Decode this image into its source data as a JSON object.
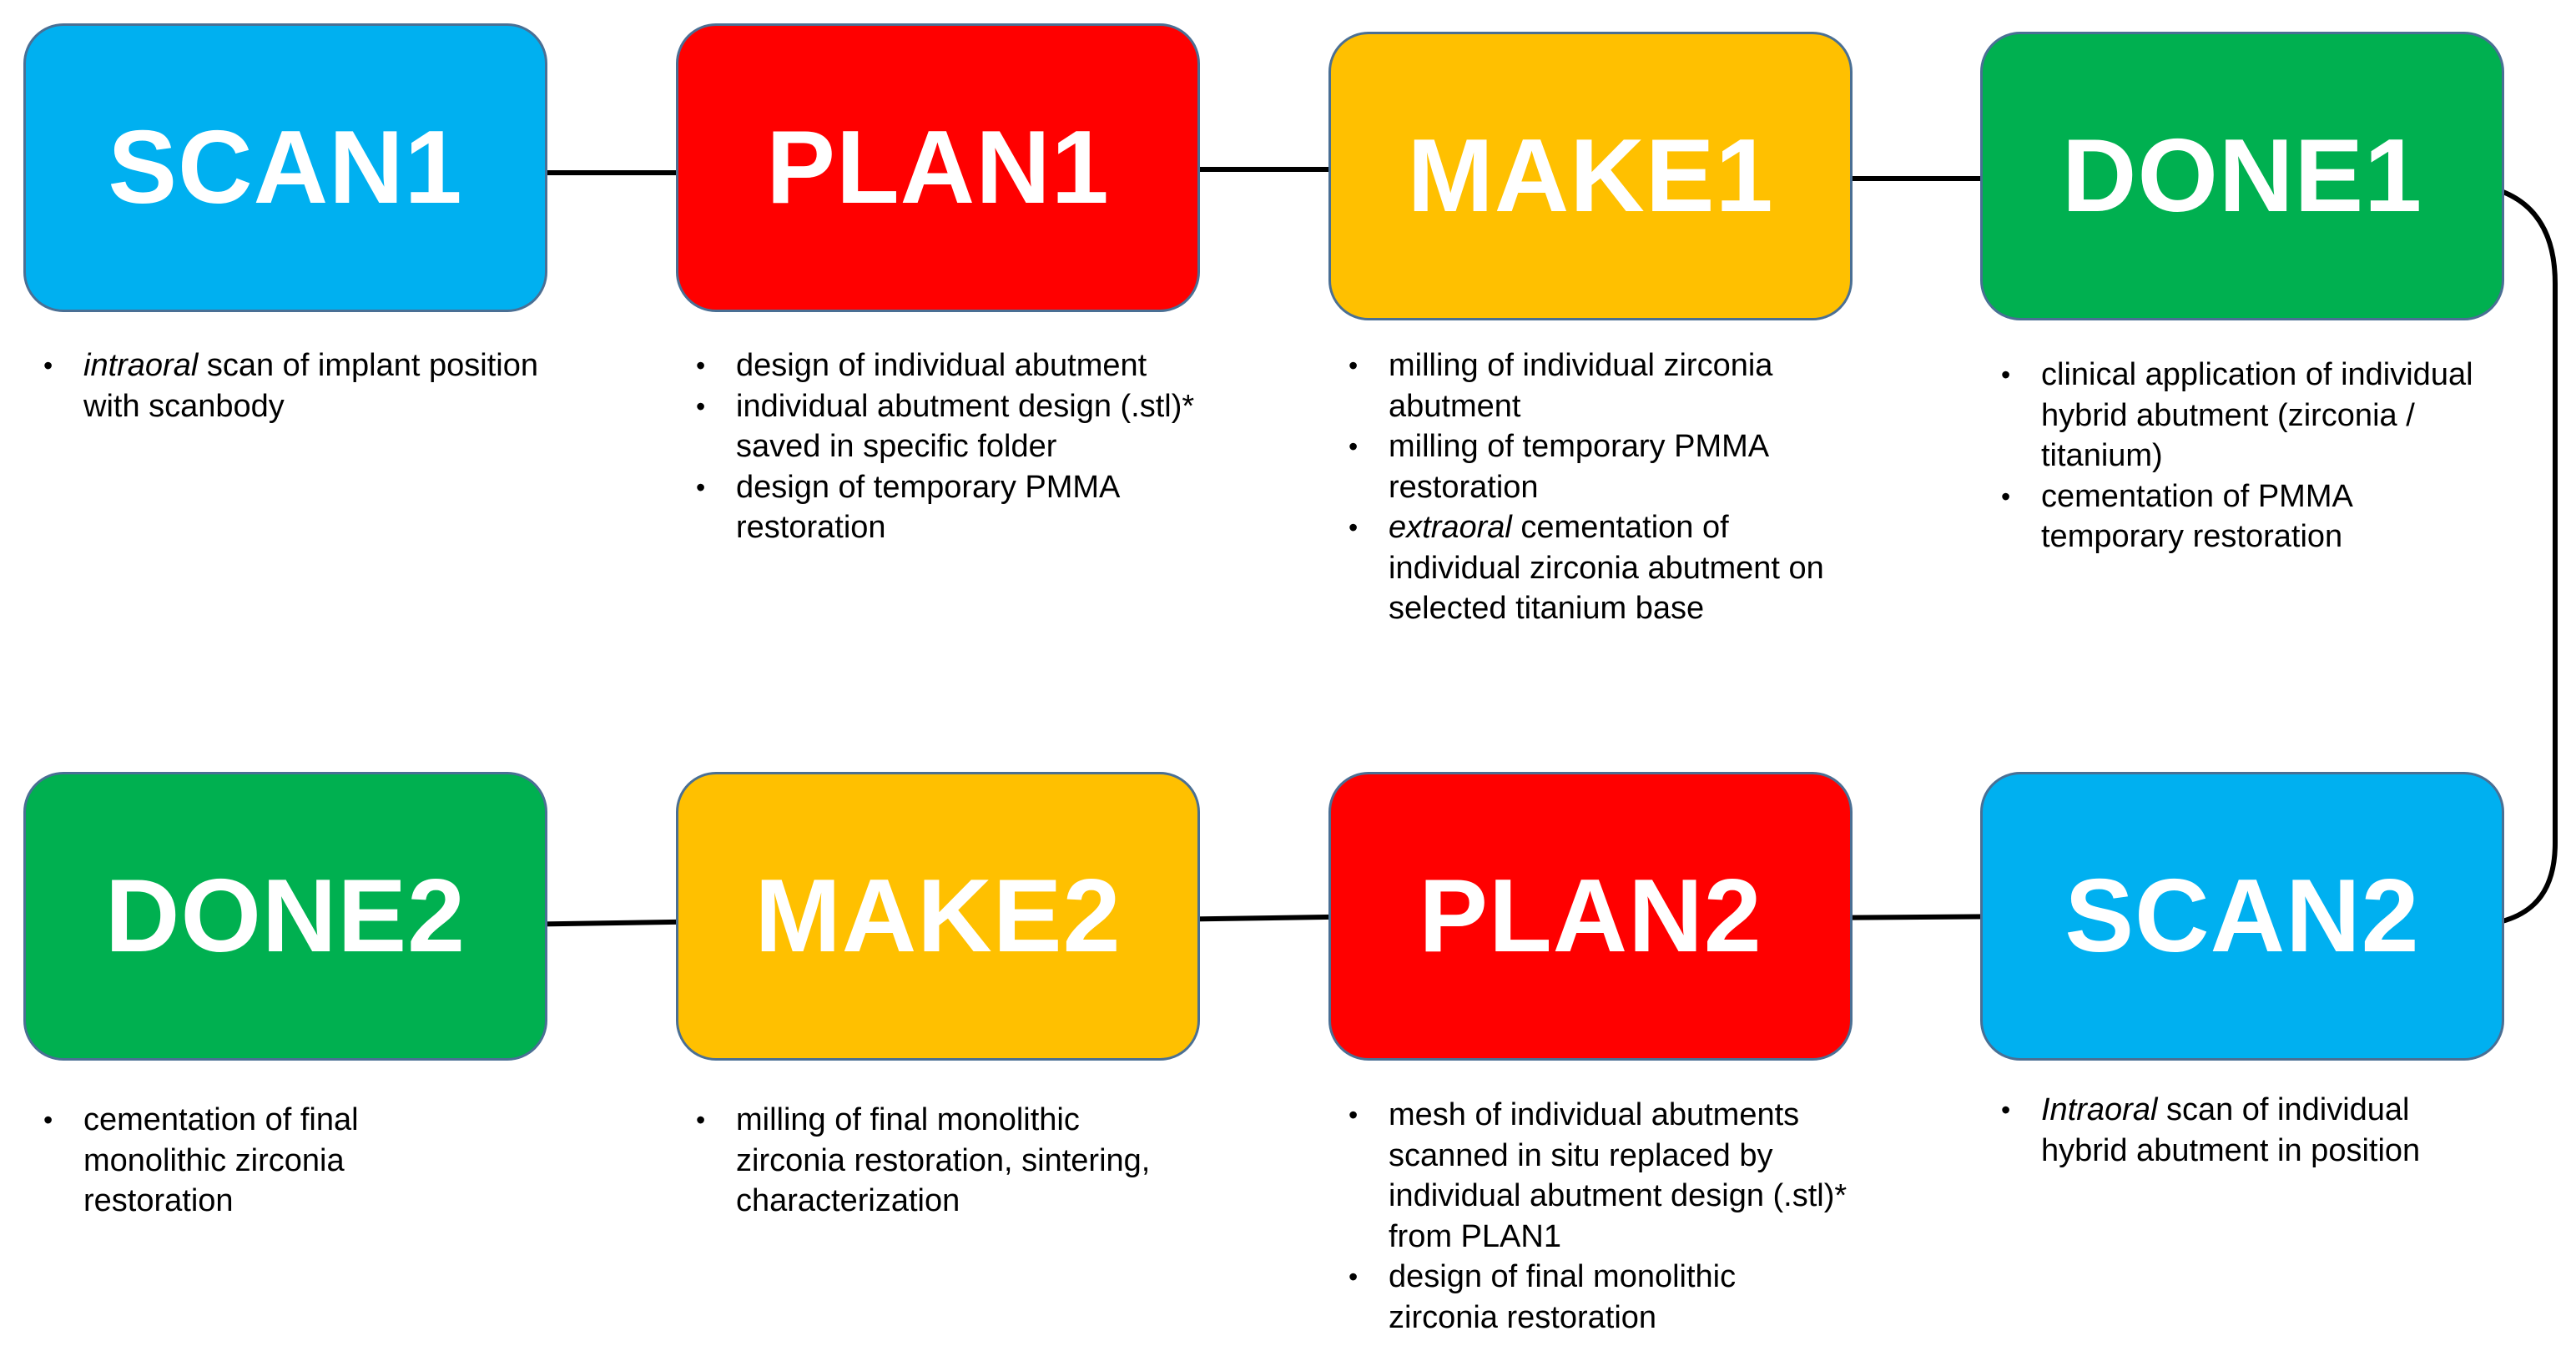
{
  "colors": {
    "scan": "#00b0f0",
    "plan": "#ff0000",
    "make": "#ffc000",
    "done": "#00b050"
  },
  "steps": [
    {
      "label": "SCAN1",
      "color": "#00b0f0",
      "bullets": [
        {
          "italic": "intraoral",
          "text": " scan of implant position with scanbody"
        }
      ]
    },
    {
      "label": "PLAN1",
      "color": "#ff0000",
      "bullets": [
        {
          "italic": "",
          "text": "design of individual abutment"
        },
        {
          "italic": "",
          "text": "individual abutment design (.stl)* saved in specific folder"
        },
        {
          "italic": "",
          "text": "design of temporary PMMA restoration"
        }
      ]
    },
    {
      "label": "MAKE1",
      "color": "#ffc000",
      "bullets": [
        {
          "italic": "",
          "text": "milling of individual zirconia abutment"
        },
        {
          "italic": "",
          "text": "milling of temporary PMMA restoration"
        },
        {
          "italic": "extraoral",
          "text": " cementation of individual zirconia abutment on selected titanium base"
        }
      ]
    },
    {
      "label": "DONE1",
      "color": "#00b050",
      "bullets": [
        {
          "italic": "",
          "text": "clinical application of individual hybrid abutment (zirconia / titanium)"
        },
        {
          "italic": "",
          "text": "cementation of PMMA temporary restoration"
        }
      ]
    },
    {
      "label": "SCAN2",
      "color": "#00b0f0",
      "bullets": [
        {
          "italic": "Intraoral",
          "text": " scan of individual hybrid abutment in position"
        }
      ]
    },
    {
      "label": "PLAN2",
      "color": "#ff0000",
      "bullets": [
        {
          "italic": "",
          "text": "mesh of individual abutments scanned in situ replaced by individual abutment design (.stl)* from PLAN1"
        },
        {
          "italic": "",
          "text": "design of final monolithic zirconia restoration"
        }
      ]
    },
    {
      "label": "MAKE2",
      "color": "#ffc000",
      "bullets": [
        {
          "italic": "",
          "text": "milling of final monolithic zirconia restoration, sintering, characterization"
        }
      ]
    },
    {
      "label": "DONE2",
      "color": "#00b050",
      "bullets": [
        {
          "italic": "",
          "text": "cementation of final monolithic zirconia restoration"
        }
      ]
    }
  ]
}
